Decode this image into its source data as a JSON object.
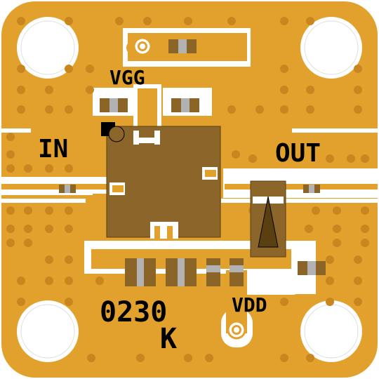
{
  "labels": {
    "vgg": "VGG",
    "in": "IN",
    "out": "OUT",
    "vdd": "VDD",
    "part_number": "0230",
    "revision": "K"
  },
  "colors": {
    "board_gold": "#E2A12C",
    "trace_white": "#FFFFFF",
    "component_dark": "#8B6428",
    "chip_body": "#8C652B",
    "capacitor_gray": "#B2B2B2",
    "via_dark": "#C9861F",
    "silk_black": "#000000"
  },
  "icons": {
    "mounting_holes": "mounting-hole-icon",
    "screw_vias": "screw-via-icon",
    "pin1_marker": "pin1-marker-icon"
  }
}
